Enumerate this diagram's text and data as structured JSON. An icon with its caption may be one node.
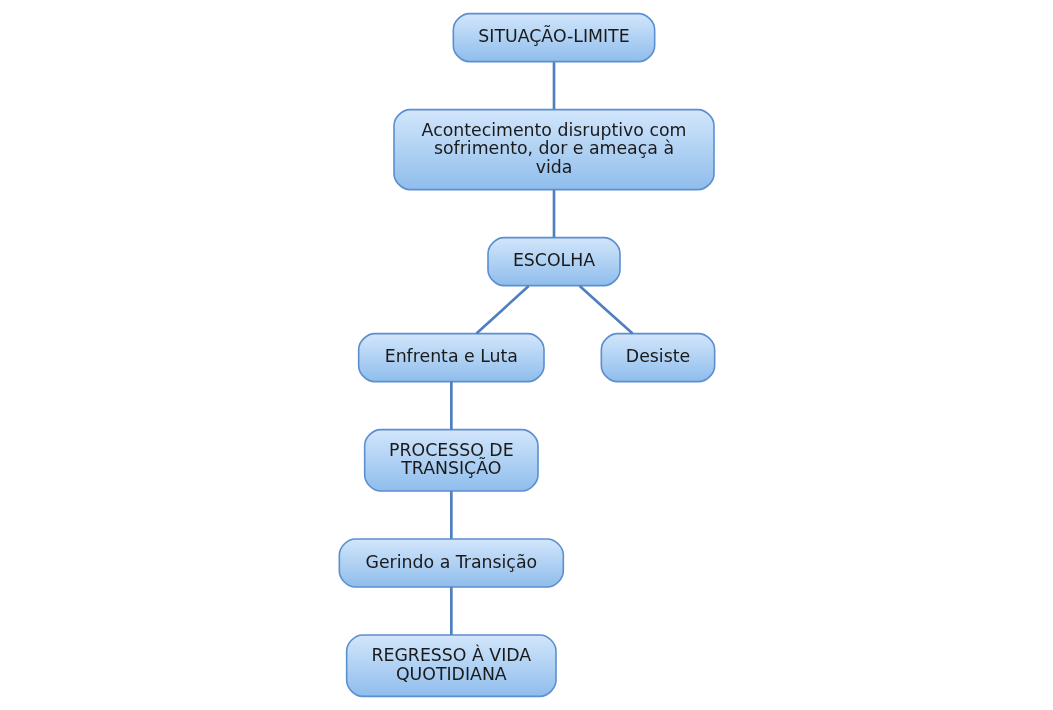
{
  "diagram": {
    "nodes": [
      {
        "text": [
          "SITUAÇÃO-LIMITE"
        ]
      },
      {
        "text": [
          "Acontecimento disruptivo com sofrimento, dor e ameaça à vida"
        ]
      },
      {
        "text": [
          "ESCOLHA"
        ]
      },
      {
        "text": [
          "Enfrenta e Luta"
        ]
      },
      {
        "text": [
          "Desiste"
        ]
      },
      {
        "text": [
          "PROCESSO DE TRANSIÇÃO"
        ]
      },
      {
        "text": [
          "Gerindo a Transição"
        ]
      },
      {
        "text": [
          "REGRESSO À VIDA QUOTIDIANA"
        ]
      }
    ],
    "edges": [
      {
        "from": 0,
        "to": 1,
        "arrow": "none"
      },
      {
        "from": 1,
        "to": 2,
        "arrow": "none"
      },
      {
        "from": 2,
        "to": 3,
        "arrow": "none"
      },
      {
        "from": 2,
        "to": 4,
        "arrow": "none"
      },
      {
        "from": 3,
        "to": 5,
        "arrow": "none"
      },
      {
        "from": 5,
        "to": 6,
        "arrow": "none"
      },
      {
        "from": 6,
        "to": 7,
        "arrow": "none"
      }
    ]
  }
}
